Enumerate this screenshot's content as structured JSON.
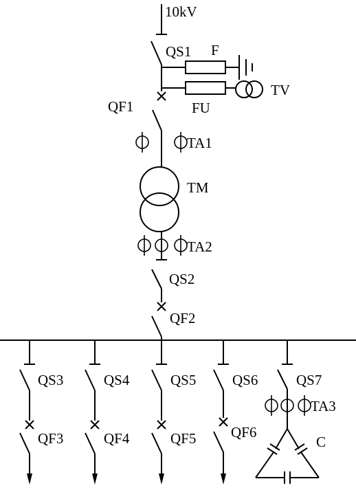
{
  "diagram": {
    "labels": {
      "supply": "10kV",
      "qs1": "QS1",
      "f": "F",
      "tv": "TV",
      "fu": "FU",
      "qf1": "QF1",
      "ta1": "TA1",
      "tm": "TM",
      "ta2": "TA2",
      "qs2": "QS2",
      "qf2": "QF2",
      "qs3": "QS3",
      "qs4": "QS4",
      "qs5": "QS5",
      "qs6": "QS6",
      "qs7": "QS7",
      "ta3": "TA3",
      "qf3": "QF3",
      "qf4": "QF4",
      "qf5": "QF5",
      "qf6": "QF6",
      "c": "C"
    }
  }
}
